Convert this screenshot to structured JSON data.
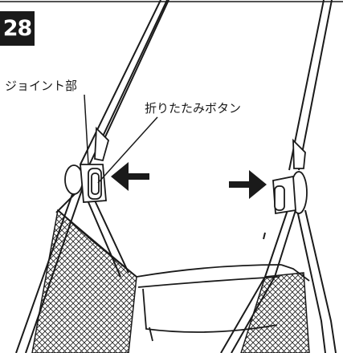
{
  "step": {
    "number": "28"
  },
  "labels": {
    "joint": "ジョイント部",
    "fold_button": "折りたたみボタン"
  },
  "colors": {
    "line": "#1a1a1a",
    "badge_background": "#1a1a1a",
    "badge_text": "#ffffff",
    "background": "#ffffff"
  }
}
